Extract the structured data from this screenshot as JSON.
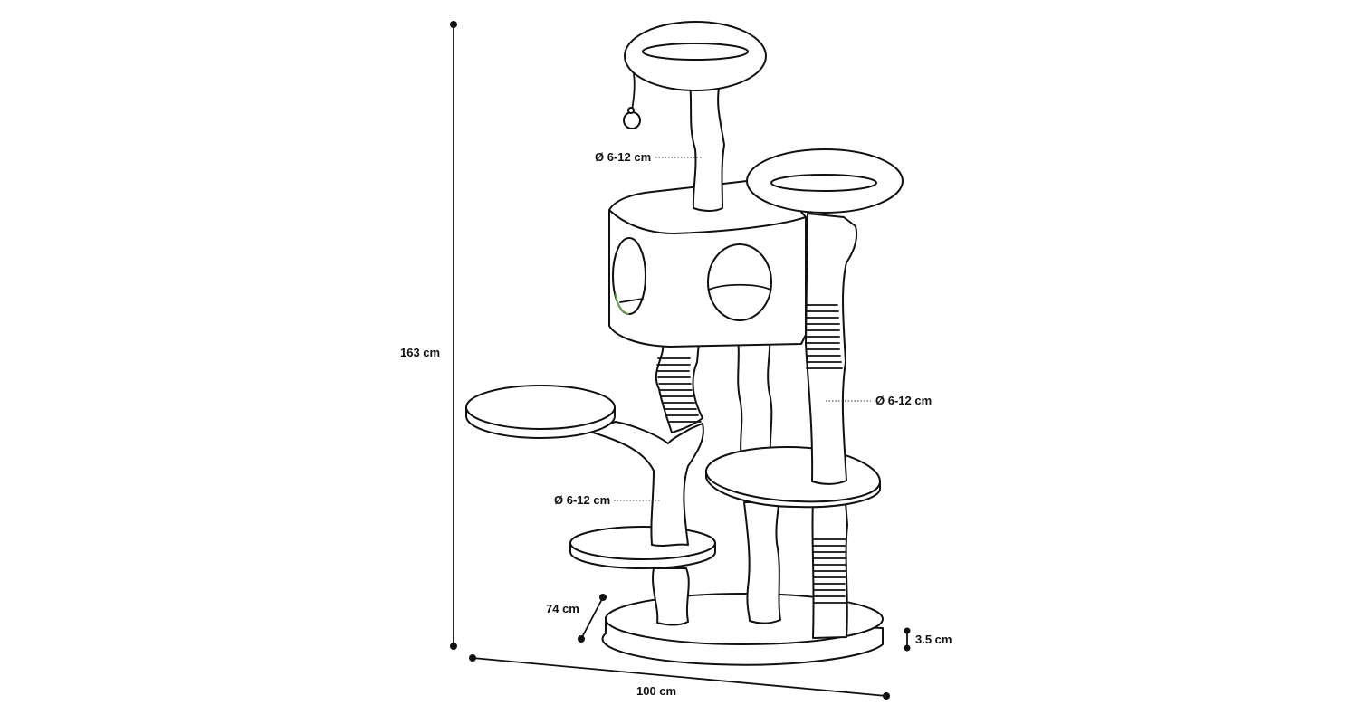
{
  "dimensions": {
    "height": "163 cm",
    "width": "100 cm",
    "depth": "74 cm",
    "base_thickness": "3.5 cm",
    "post_diameter_top": "Ø 6-12 cm",
    "post_diameter_right": "Ø 6-12 cm",
    "post_diameter_left": "Ø 6-12 cm"
  },
  "colors": {
    "line": "#111111",
    "background": "#ffffff",
    "accent": "#6aa84f"
  }
}
